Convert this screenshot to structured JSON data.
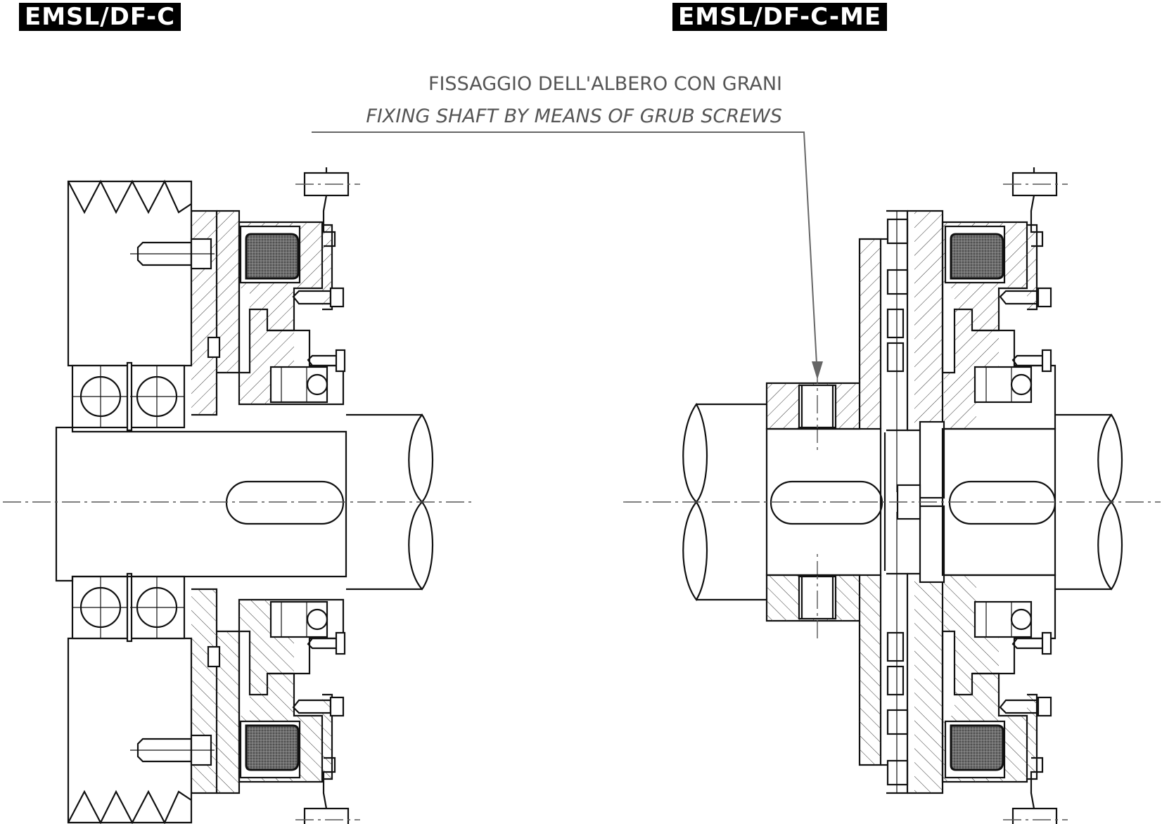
{
  "labels": {
    "left_model": "EMSL/DF-C",
    "right_model": "EMSL/DF-C-ME"
  },
  "annotation": {
    "italian": "FISSAGGIO DELL'ALBERO CON GRANI",
    "english": "FIXING SHAFT BY MEANS OF GRUB SCREWS"
  },
  "colors": {
    "line": "#111111",
    "coil_fill": "#555555",
    "annotation_text": "#555555"
  }
}
